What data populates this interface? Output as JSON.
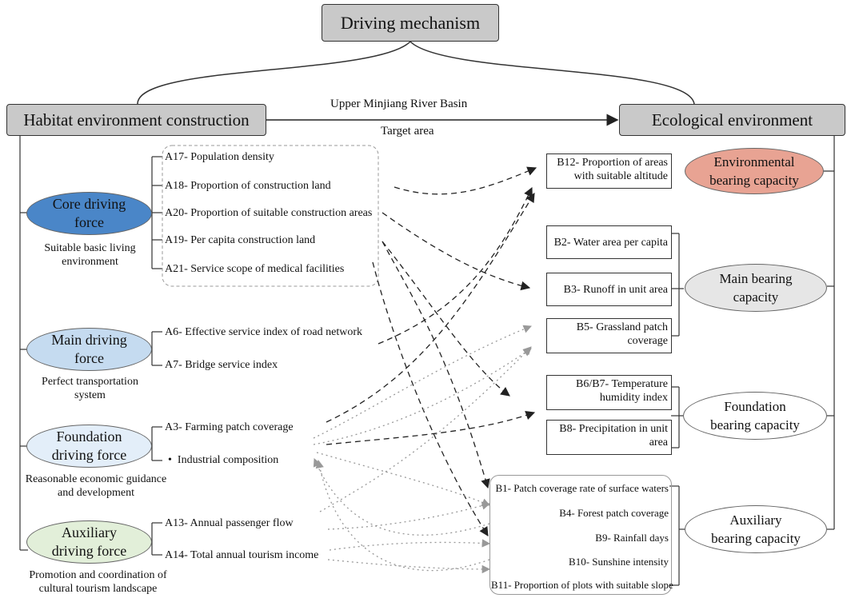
{
  "top": "Driving mechanism",
  "left_header": "Habitat environment construction",
  "right_header": "Ecological environment",
  "arrow_label_top": "Upper Minjiang River Basin",
  "arrow_label_bottom": "Target area",
  "driving_forces": [
    {
      "name": "Core driving force",
      "line1": "Core driving",
      "line2": "force",
      "caption1": "Suitable basic living",
      "caption2": "environment",
      "fill": "#4a86c8"
    },
    {
      "name": "Main driving force",
      "line1": "Main driving",
      "line2": "force",
      "caption1": "Perfect transportation",
      "caption2": "system",
      "fill": "#c5dbf0"
    },
    {
      "name": "Foundation driving force",
      "line1": "Foundation",
      "line2": "driving force",
      "caption1": "Reasonable economic guidance",
      "caption2": "and development",
      "fill": "#e3eef9"
    },
    {
      "name": "Auxiliary driving force",
      "line1": "Auxiliary",
      "line2": "driving force",
      "caption1": "Promotion and coordination of",
      "caption2": "cultural tourism landscape",
      "fill": "#e2efd9"
    }
  ],
  "indicators_a": {
    "core": [
      "A17- Population density",
      "A18- Proportion of construction land",
      "A20- Proportion of suitable construction areas",
      "A19- Per capita construction land",
      "A21- Service scope of medical facilities"
    ],
    "main": [
      "A6- Effective service index of road network",
      "A7- Bridge service index"
    ],
    "foundation": [
      "A3- Farming patch coverage",
      "Industrial composition"
    ],
    "auxiliary": [
      "A13- Annual passenger flow",
      "A14- Total annual tourism income"
    ]
  },
  "bearing_capacities": [
    {
      "line1": "Environmental",
      "line2": "bearing capacity",
      "fill": "#e8a393"
    },
    {
      "line1": "Main bearing",
      "line2": "capacity",
      "fill": "#e6e6e6"
    },
    {
      "line1": "Foundation",
      "line2": "bearing capacity",
      "fill": "#ffffff"
    },
    {
      "line1": "Auxiliary",
      "line2": "bearing capacity",
      "fill": "#ffffff"
    }
  ],
  "indicators_b": {
    "environmental": [
      {
        "line1": "B12- Proportion of areas",
        "line2": "with suitable altitude"
      }
    ],
    "main": [
      {
        "line1": "B2- Water area per capita",
        "line2": ""
      },
      {
        "line1": "B3- Runoff in unit area",
        "line2": ""
      },
      {
        "line1": "B5- Grassland patch",
        "line2": "coverage"
      }
    ],
    "foundation": [
      {
        "line1": "B6/B7- Temperature",
        "line2": "humidity index"
      },
      {
        "line1": "B8- Precipitation in unit",
        "line2": "area"
      }
    ],
    "auxiliary": [
      "B1- Patch coverage rate of surface waters",
      "B4- Forest patch coverage",
      "B9- Rainfall days",
      "B10- Sunshine intensity",
      "B11- Proportion of plots with suitable slope"
    ]
  },
  "colors": {
    "header_fill": "#c9c9c9",
    "line": "#333333",
    "dashed_arrow": "#222222",
    "dotted_arrow": "#999999"
  }
}
